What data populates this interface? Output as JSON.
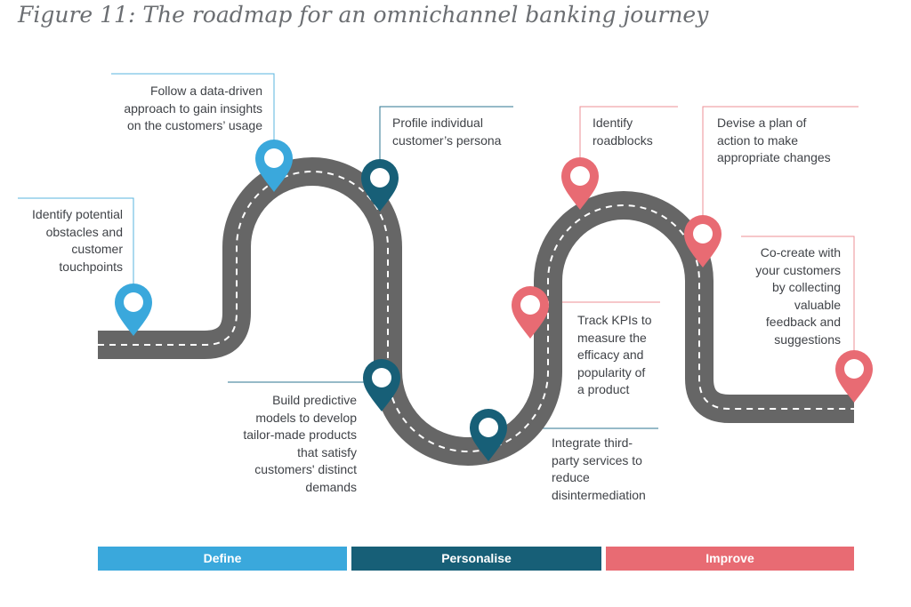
{
  "title": "Figure 11: The roadmap for an omnichannel banking journey",
  "colors": {
    "define": "#3aa8dc",
    "personalise": "#175f77",
    "improve": "#e86b73",
    "road": "#666666",
    "connector_define": "#58b4df",
    "connector_personalise": "#2d7590",
    "connector_improve": "#ee8f95"
  },
  "steps": [
    {
      "phase": "define",
      "lines": [
        "Identify potential",
        "obstacles and",
        "customer",
        "touchpoints"
      ]
    },
    {
      "phase": "define",
      "lines": [
        "Follow a data-driven",
        "approach to gain insights",
        "on the customers’ usage"
      ]
    },
    {
      "phase": "personalise",
      "lines": [
        "Profile individual",
        "customer’s persona"
      ]
    },
    {
      "phase": "personalise",
      "lines": [
        "Build predictive",
        "models to develop",
        "tailor-made products",
        "that satisfy",
        "customers' distinct",
        "demands"
      ]
    },
    {
      "phase": "personalise",
      "lines": [
        "Integrate third-",
        "party services to",
        "reduce",
        "disintermediation"
      ]
    },
    {
      "phase": "improve",
      "lines": [
        "Track KPIs to",
        "measure the",
        "efficacy and",
        "popularity of",
        "a product"
      ]
    },
    {
      "phase": "improve",
      "lines": [
        "Identify",
        "roadblocks"
      ]
    },
    {
      "phase": "improve",
      "lines": [
        "Devise a plan of",
        "action to make",
        "appropriate changes"
      ]
    },
    {
      "phase": "improve",
      "lines": [
        "Co-create with",
        "your customers",
        "by collecting",
        "valuable",
        "feedback and",
        "suggestions"
      ]
    }
  ],
  "phases": {
    "define": "Define",
    "personalise": "Personalise",
    "improve": "Improve"
  }
}
